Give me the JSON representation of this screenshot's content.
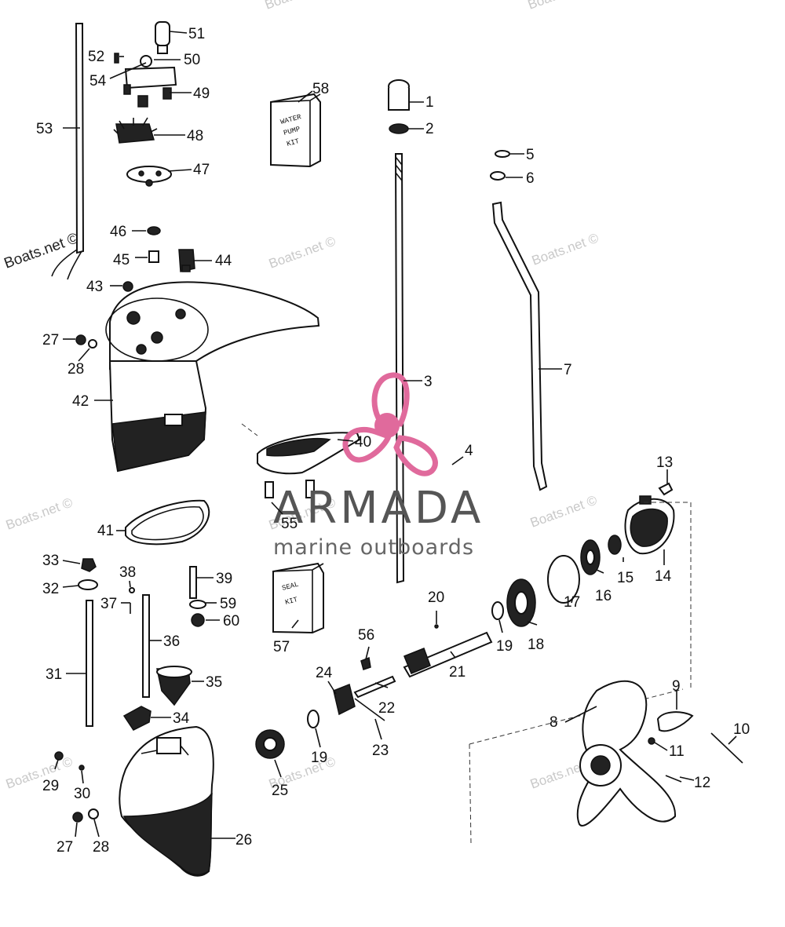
{
  "watermark": {
    "text": "Boats.net ©"
  },
  "logo": {
    "brand": "ARMADA",
    "tagline": "marine outboards",
    "accent_color": "#e06a9c"
  },
  "kits": {
    "water_pump": [
      "WATER",
      "PUMP",
      "KIT"
    ],
    "seal": [
      "SEAL",
      "KIT"
    ]
  },
  "callouts": [
    "1",
    "2",
    "3",
    "4",
    "5",
    "6",
    "7",
    "8",
    "9",
    "10",
    "11",
    "12",
    "13",
    "14",
    "15",
    "16",
    "17",
    "18",
    "19",
    "20",
    "21",
    "22",
    "23",
    "24",
    "25",
    "26",
    "27",
    "28",
    "29",
    "30",
    "31",
    "32",
    "33",
    "34",
    "35",
    "36",
    "37",
    "38",
    "39",
    "40",
    "41",
    "42",
    "43",
    "44",
    "45",
    "46",
    "47",
    "48",
    "49",
    "50",
    "51",
    "52",
    "53",
    "54",
    "55",
    "56",
    "57",
    "58",
    "59",
    "60"
  ],
  "callouts_repeat": {
    "n19b": "19",
    "n27b": "27",
    "n28b": "28"
  }
}
